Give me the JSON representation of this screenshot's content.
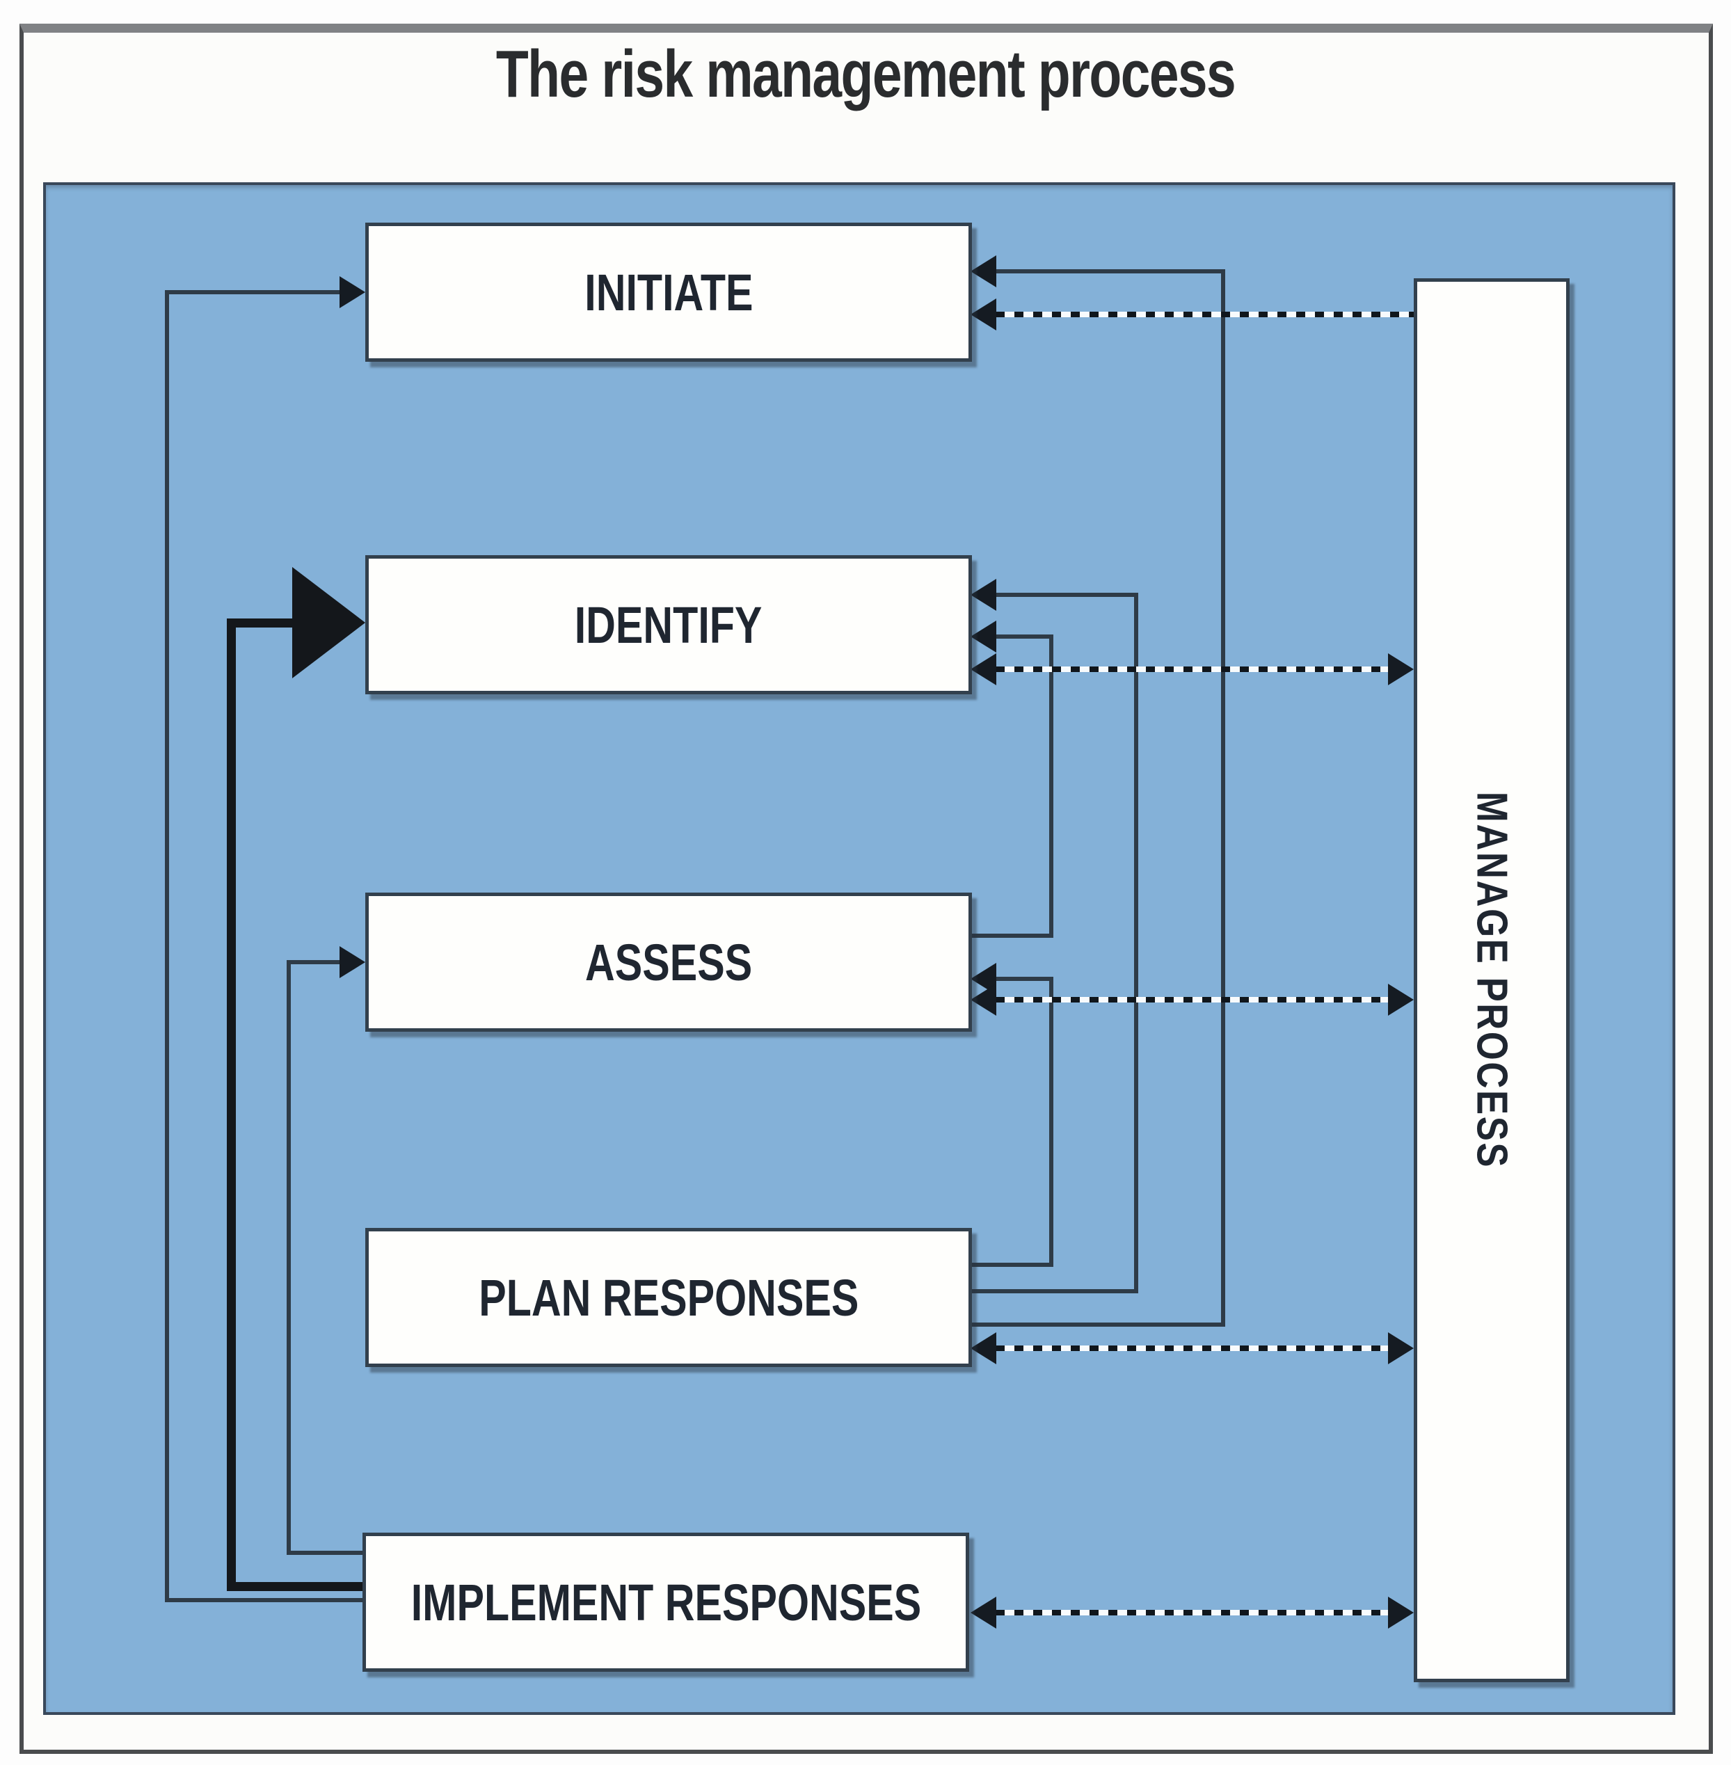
{
  "title": "The risk management process",
  "boxes": {
    "initiate": {
      "label": "INITIATE"
    },
    "identify": {
      "label": "IDENTIFY"
    },
    "assess": {
      "label": "ASSESS"
    },
    "plan_responses": {
      "label": "PLAN RESPONSES"
    },
    "implement_responses": {
      "label": "IMPLEMENT RESPONSES"
    },
    "manage_process": {
      "label": "MANAGE PROCESS"
    }
  },
  "connectors": [
    {
      "from": "implement_responses",
      "to": "initiate",
      "style": "solid",
      "side": "left"
    },
    {
      "from": "implement_responses",
      "to": "identify",
      "style": "solid-bold",
      "side": "left"
    },
    {
      "from": "implement_responses",
      "to": "assess",
      "style": "solid",
      "side": "left"
    },
    {
      "from": "plan_responses",
      "to": "assess",
      "style": "solid",
      "side": "right"
    },
    {
      "from": "assess",
      "to": "identify",
      "style": "solid",
      "side": "right"
    },
    {
      "from": "plan_responses",
      "to": "identify",
      "style": "solid",
      "side": "right"
    },
    {
      "from": "plan_responses",
      "to": "initiate",
      "style": "solid",
      "side": "right"
    },
    {
      "from": "initiate",
      "to": "manage_process",
      "style": "dotted",
      "direction": "to-box"
    },
    {
      "from": "identify",
      "to": "manage_process",
      "style": "dotted",
      "direction": "bidirectional"
    },
    {
      "from": "assess",
      "to": "manage_process",
      "style": "dotted",
      "direction": "bidirectional"
    },
    {
      "from": "plan_responses",
      "to": "manage_process",
      "style": "dotted",
      "direction": "bidirectional"
    },
    {
      "from": "implement_responses",
      "to": "manage_process",
      "style": "dotted",
      "direction": "bidirectional"
    }
  ],
  "colors": {
    "panel_blue": "#84b1d8",
    "box_fill": "#fefefc",
    "box_border": "#32404d",
    "line": "#2e3b47",
    "bold_line": "#14171b",
    "text": "#1f2630",
    "frame_border": "#4a4c4e"
  }
}
